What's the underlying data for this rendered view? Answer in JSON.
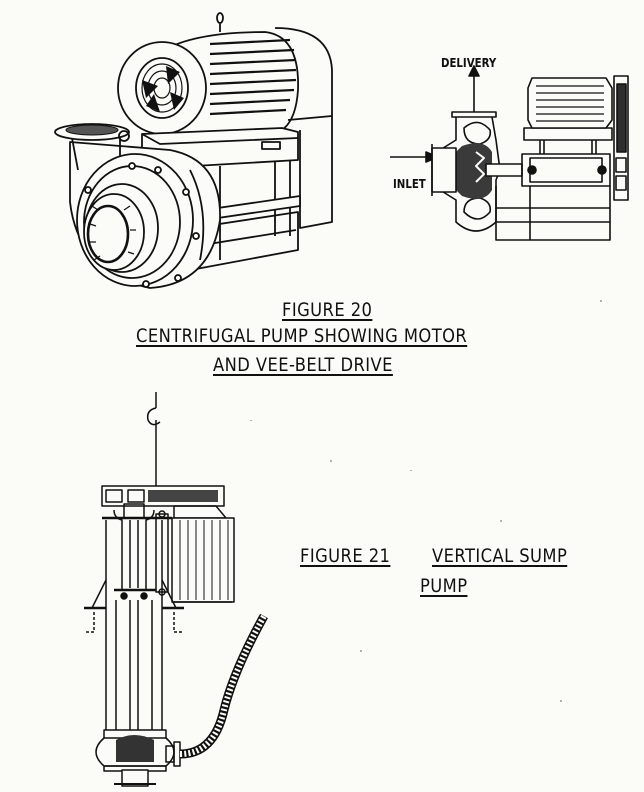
{
  "figure20": {
    "title": "FIGURE 20",
    "caption_line1": "CENTRIFUGAL PUMP SHOWING MOTOR",
    "caption_line2": "AND VEE-BELT DRIVE",
    "labels": {
      "delivery": "DELIVERY",
      "inlet": "INLET"
    }
  },
  "figure21": {
    "title": "FIGURE 21",
    "caption_part1": "VERTICAL SUMP",
    "caption_part2": "PUMP"
  },
  "colors": {
    "ink": "#111111",
    "paper": "#fbfbf8",
    "shade": "#3a3a3a"
  }
}
